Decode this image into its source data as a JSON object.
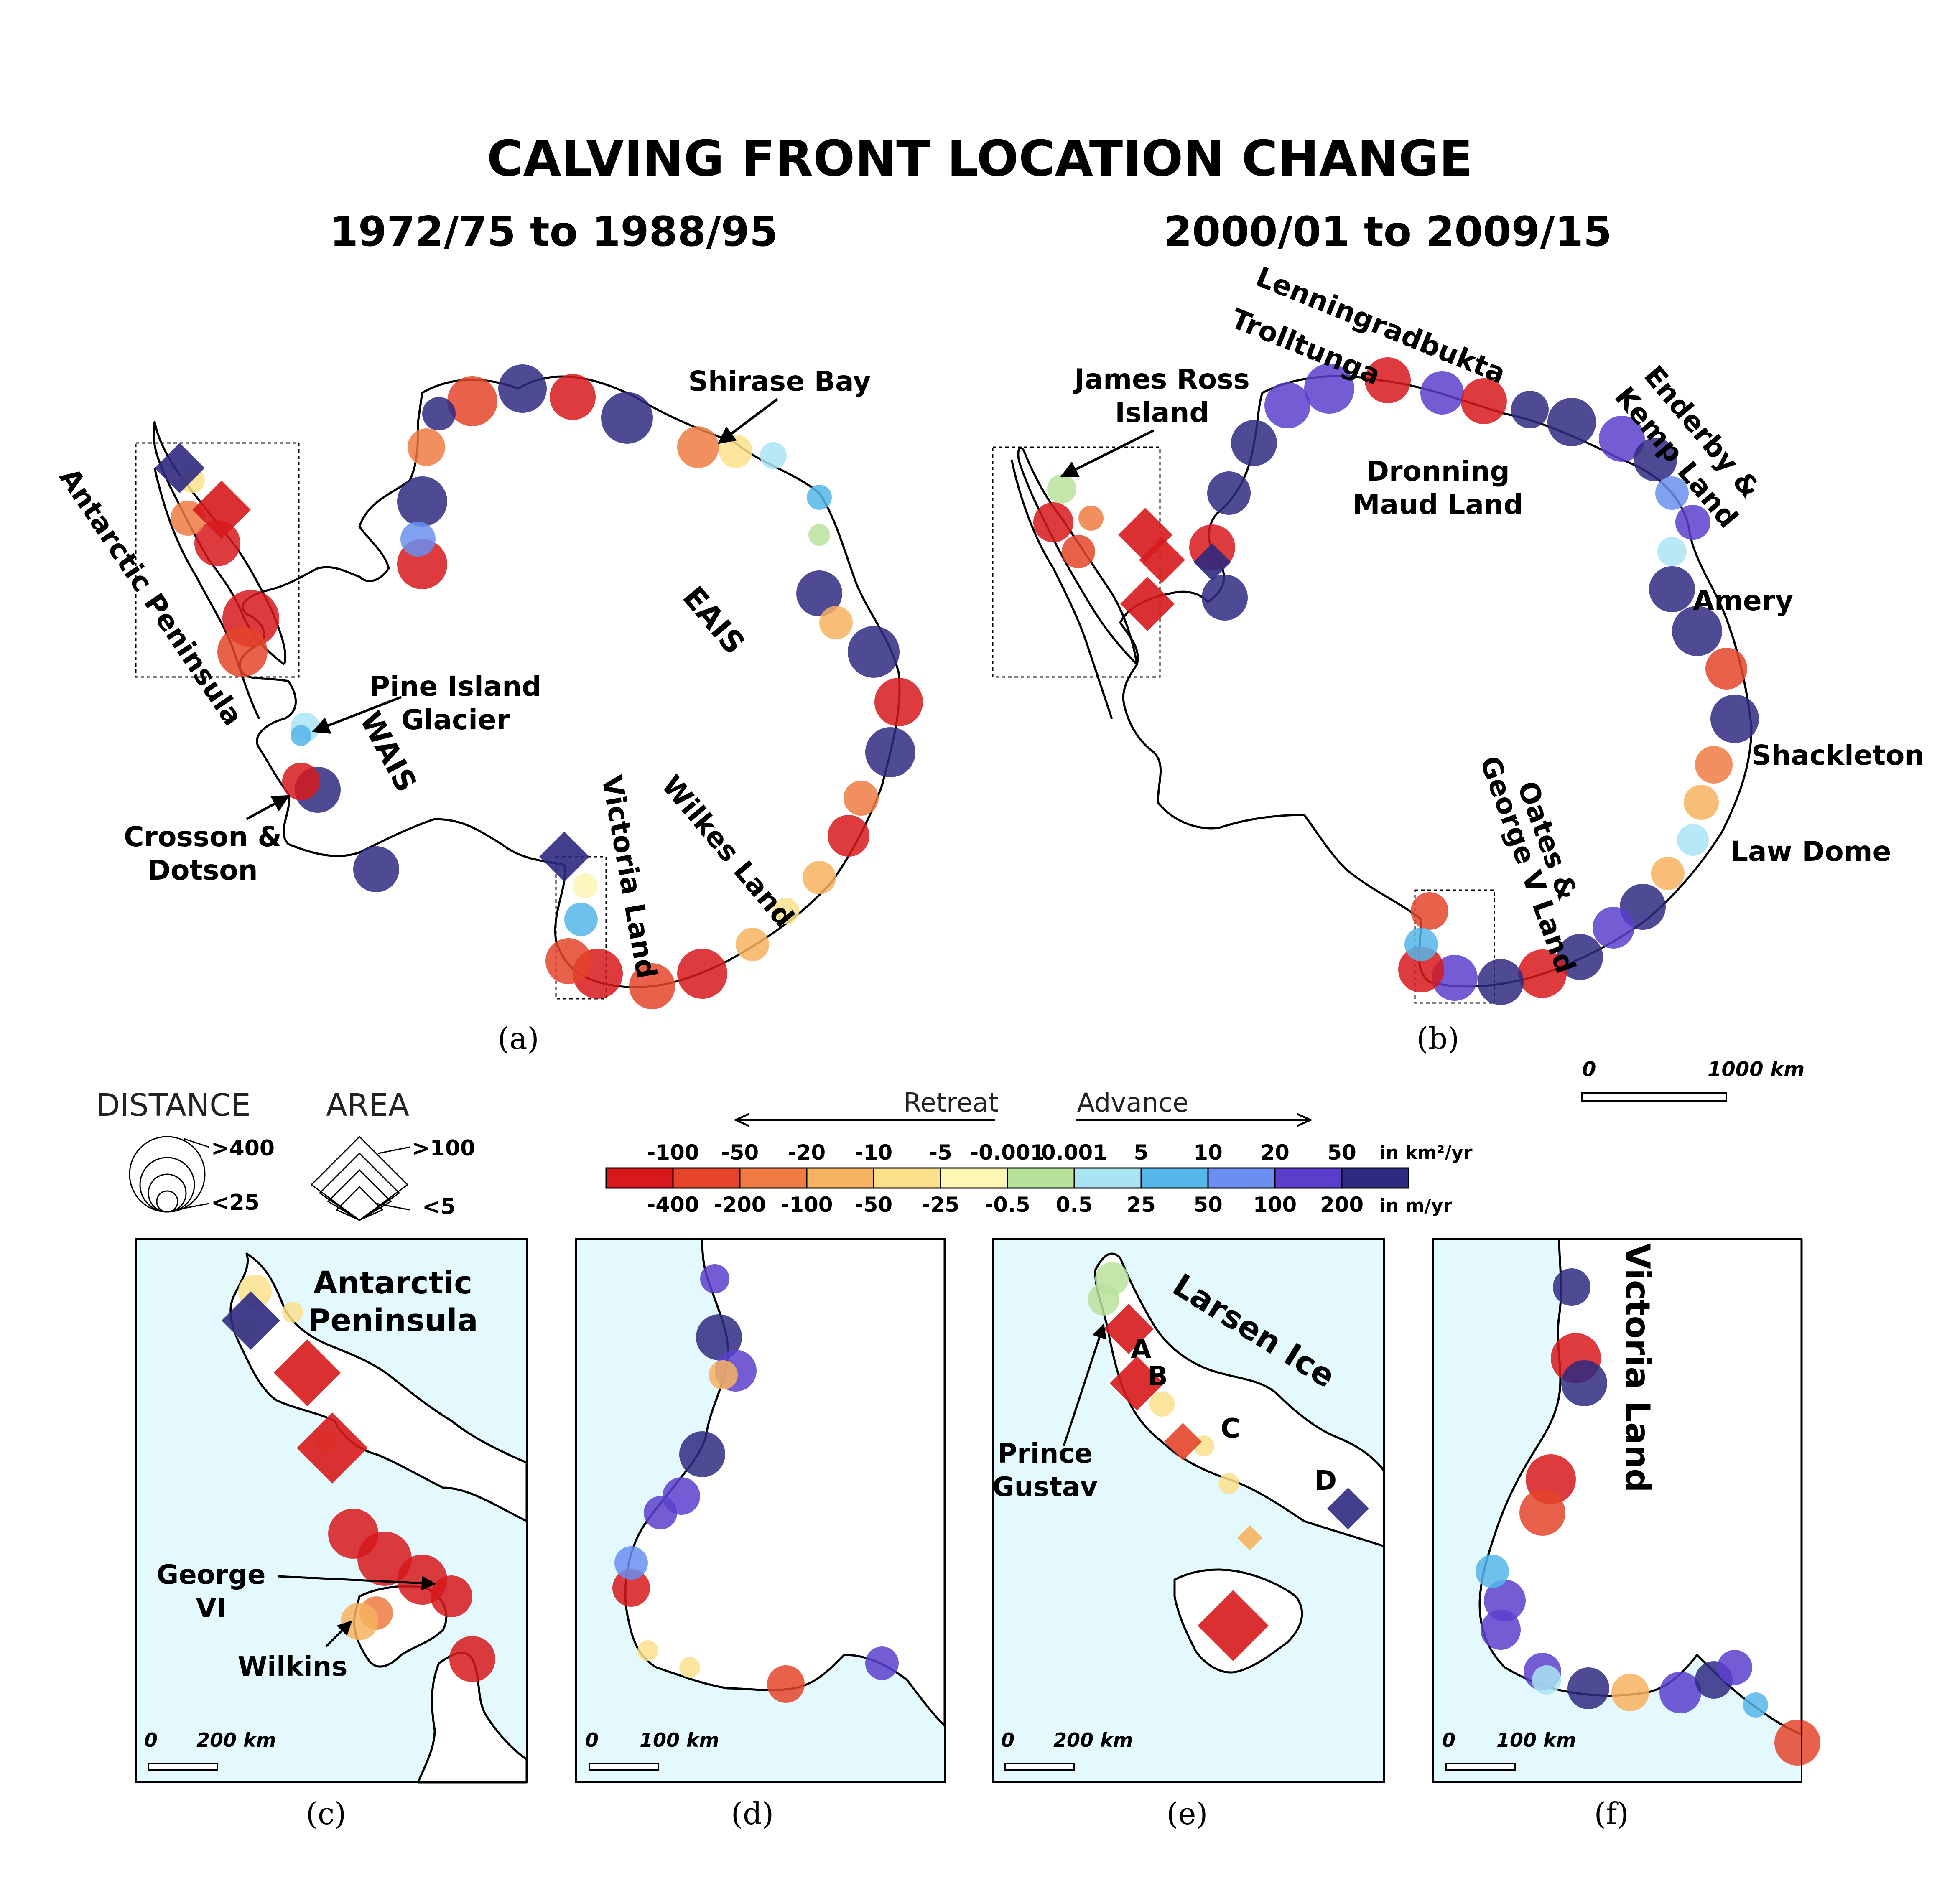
{
  "title": "CALVING FRONT LOCATION CHANGE",
  "period_a": "1972/75 to 1988/95",
  "period_b": "2000/01 to 2009/15",
  "panels": {
    "a": "(a)",
    "b": "(b)",
    "c": "(c)",
    "d": "(d)",
    "e": "(e)",
    "f": "(f)"
  },
  "map_a_labels": {
    "antarctic_peninsula": "Antarctic Peninsula",
    "pine_island_1": "Pine Island",
    "pine_island_2": "Glacier",
    "wais": "WAIS",
    "crosson_1": "Crosson &",
    "crosson_2": "Dotson",
    "shirase": "Shirase Bay",
    "eais": "EAIS",
    "wilkes": "Wilkes Land",
    "victoria": "Victoria Land"
  },
  "map_b_labels": {
    "james_ross_1": "James Ross",
    "james_ross_2": "Island",
    "lenningradbukta": "Lenningradbukta",
    "trolltunga": "Trolltunga",
    "enderby_1": "Enderby &",
    "enderby_2": "Kemp Land",
    "dronning_1": "Dronning",
    "dronning_2": "Maud Land",
    "amery": "Amery",
    "shackleton": "Shackleton",
    "law_dome": "Law Dome",
    "oates_1": "Oates &",
    "oates_2": "George V Land"
  },
  "scale_main": {
    "zero": "0",
    "label": "1000 km"
  },
  "legend": {
    "distance_title": "DISTANCE",
    "area_title": "AREA",
    "distance_max": ">400",
    "distance_min": "<25",
    "area_max": ">100",
    "area_min": "<5",
    "retreat": "Retreat",
    "advance": "Advance",
    "unit_area": "in km²/yr",
    "unit_dist": "in m/yr",
    "area_ticks": [
      "-100",
      "-50",
      "-20",
      "-10",
      "-5",
      "-0.001",
      "0.001",
      "5",
      "10",
      "20",
      "50"
    ],
    "dist_ticks": [
      "-400",
      "-200",
      "-100",
      "-50",
      "-25",
      "-0.5",
      "0.5",
      "25",
      "50",
      "100",
      "200"
    ],
    "colors": [
      "#d7191c",
      "#e4452a",
      "#ef7b43",
      "#f7b25f",
      "#fbe08c",
      "#fdf6b4",
      "#b8e29b",
      "#a9e4f3",
      "#55b6ea",
      "#6a8ff0",
      "#5b3fcc",
      "#2f2a80"
    ]
  },
  "panel_c": {
    "title_1": "Antarctic",
    "title_2": "Peninsula",
    "george_1": "George",
    "george_2": "VI",
    "wilkins": "Wilkins",
    "scale_zero": "0",
    "scale_label": "200 km"
  },
  "panel_d": {
    "scale_zero": "0",
    "scale_label": "100 km"
  },
  "panel_e": {
    "title_1": "Larsen Ice",
    "a": "A",
    "b": "B",
    "c": "C",
    "d": "D",
    "prince_1": "Prince",
    "prince_2": "Gustav",
    "scale_zero": "0",
    "scale_label": "200 km"
  },
  "panel_f": {
    "title": "Victoria Land",
    "scale_zero": "0",
    "scale_label": "100 km"
  }
}
